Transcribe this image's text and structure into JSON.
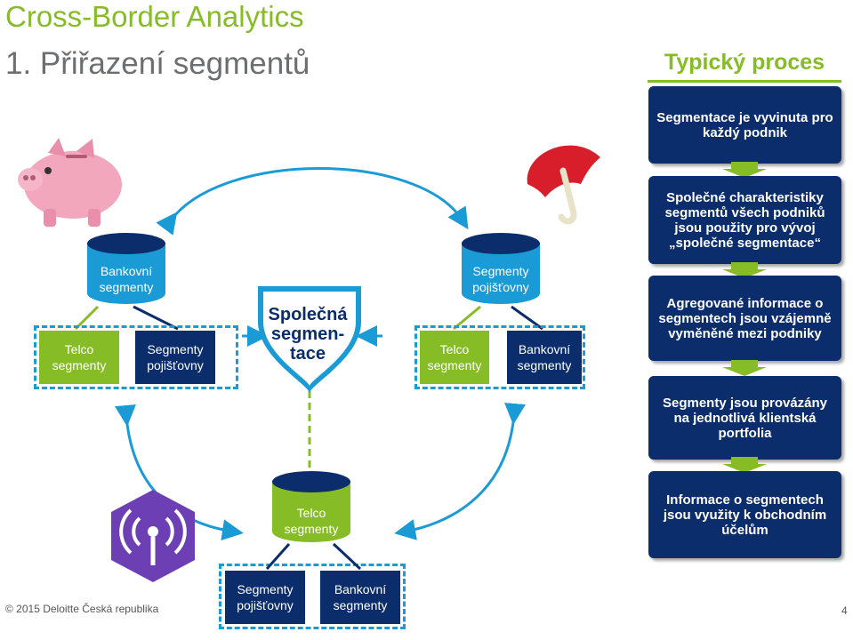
{
  "header": {
    "title": "Cross-Border Analytics",
    "subtitle": "1. Přiřazení segmentů"
  },
  "process": {
    "title": "Typický proces",
    "steps": [
      "Segmentace je vyvinuta pro každý podnik",
      "Společné charakteristiky segmentů všech podniků jsou použity pro vývoj „společné segmentace“",
      "Agregované informace o segmentech jsou vzájemně vyměněné mezi podniky",
      "Segmenty jsou provázány na jednotlivá klientská portfolia",
      "Informace o segmentech jsou využity k obchodním účelům"
    ]
  },
  "groups": {
    "left": {
      "cylinder": "Bankovní segmenty",
      "green_box": "Telco segmenty",
      "navy_box": "Segmenty pojišťovny"
    },
    "right": {
      "cylinder": "Segmenty pojišťovny",
      "green_box": "Telco segmenty",
      "navy_box": "Bankovní segmenty"
    },
    "bottom": {
      "cylinder": "Telco segmenty",
      "green_box": "Segmenty pojišťovny",
      "navy_box": "Bankovní segmenty"
    }
  },
  "center": {
    "funnel_label": "Společná segmen-tace"
  },
  "footer": {
    "copyright": "© 2015 Deloitte Česká republika",
    "page": "4"
  },
  "icons": {
    "piggy": "piggy-bank-icon",
    "umbrella": "umbrella-icon",
    "antenna": "antenna-icon"
  },
  "colors": {
    "accent_green": "#86bc25",
    "navy": "#0b2d6b",
    "blue": "#1b9bd6"
  }
}
